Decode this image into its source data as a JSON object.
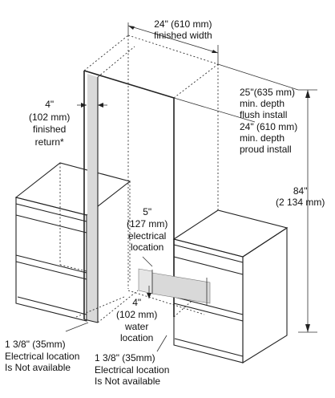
{
  "labels": {
    "width": {
      "l1": "24\" (610 mm)",
      "l2": "finished width"
    },
    "depth": {
      "l1": "25\"(635 mm)",
      "l2": "min. depth",
      "l3": "flush install",
      "l4": "24\" (610 mm)",
      "l5": "min. depth",
      "l6": "proud install"
    },
    "height": {
      "l1": "84\"",
      "l2": "(2 134 mm)"
    },
    "return": {
      "l1": "4\"",
      "l2": "(102 mm)",
      "l3": "finished",
      "l4": "return*"
    },
    "electrical": {
      "l1": "5\"",
      "l2": "(127 mm)",
      "l3": "electrical",
      "l4": "location"
    },
    "water": {
      "l1": "4\"",
      "l2": "(102 mm)",
      "l3": "water",
      "l4": "location"
    },
    "note_left": {
      "l1": "1 3/8\" (35mm)",
      "l2": "Electrical location",
      "l3": "Is Not available"
    },
    "note_bottom": {
      "l1": "1 3/8\" (35mm)",
      "l2": "Electrical location",
      "l3": "Is Not available"
    }
  },
  "colors": {
    "line": "#222222",
    "shade": "#d9d9d9"
  }
}
